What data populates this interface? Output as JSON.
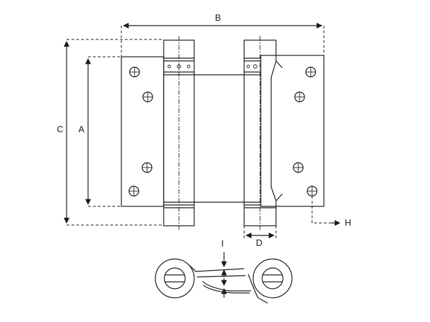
{
  "labels": {
    "a": "A",
    "b": "B",
    "c": "C",
    "d": "D",
    "h": "H",
    "i": "I"
  },
  "colors": {
    "line": "#1a1a1a",
    "background": "#ffffff"
  }
}
